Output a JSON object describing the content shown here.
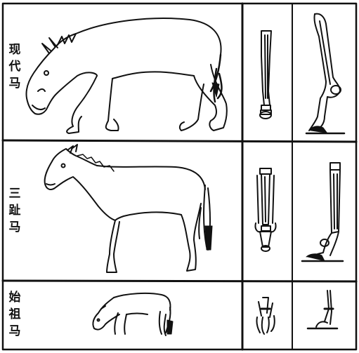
{
  "rows": [
    {
      "label_chars": [
        "现",
        "代",
        "马"
      ]
    },
    {
      "label_chars": [
        "三",
        "趾",
        "马"
      ]
    },
    {
      "label_chars": [
        "始",
        "祖",
        "马"
      ]
    }
  ],
  "colors": {
    "ink": "#111111",
    "paper": "#ffffff"
  }
}
